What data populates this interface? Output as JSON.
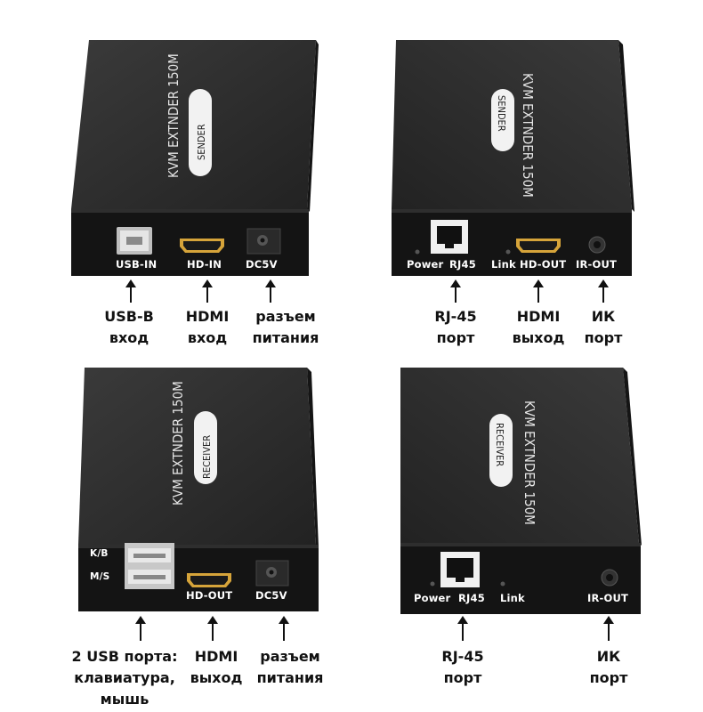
{
  "devices": [
    {
      "id": "sender-front",
      "model": "KVM EXTNDER 150M",
      "badge": "SENDER",
      "ports": {
        "usb_in": "USB-IN",
        "hd_in": "HD-IN",
        "dc5v": "DC5V"
      },
      "captions": [
        {
          "line1": "USB-B",
          "line2": "вход"
        },
        {
          "line1": "HDMI",
          "line2": "вход"
        },
        {
          "line1": "разъем",
          "line2": "питания"
        }
      ]
    },
    {
      "id": "sender-back",
      "model": "KVM EXTNDER 150M",
      "badge": "SENDER",
      "ports": {
        "power": "Power",
        "rj45": "RJ45",
        "link": "Link",
        "hd_out": "HD-OUT",
        "ir_out": "IR-OUT"
      },
      "captions": [
        {
          "line1": "RJ-45",
          "line2": "порт"
        },
        {
          "line1": "HDMI",
          "line2": "выход"
        },
        {
          "line1": "ИК",
          "line2": "порт"
        }
      ]
    },
    {
      "id": "receiver-front",
      "model": "KVM EXTNDER 150M",
      "badge": "RECEIVER",
      "ports": {
        "kb": "K/B",
        "ms": "M/S",
        "hd_out": "HD-OUT",
        "dc5v": "DC5V"
      },
      "captions": [
        {
          "line1": "2 USB порта:",
          "line2": "клавиатура,",
          "line3": "мышь"
        },
        {
          "line1": "HDMI",
          "line2": "выход"
        },
        {
          "line1": "разъем",
          "line2": "питания"
        }
      ]
    },
    {
      "id": "receiver-back",
      "model": "KVM EXTNDER 150M",
      "badge": "RECEIVER",
      "ports": {
        "power": "Power",
        "rj45": "RJ45",
        "link": "Link",
        "ir_out": "IR-OUT"
      },
      "captions": [
        {
          "line1": "RJ-45",
          "line2": "порт"
        },
        {
          "line1": "ИК",
          "line2": "порт"
        }
      ]
    }
  ],
  "colors": {
    "body_top": "#2b2b2b",
    "body_front": "#1b1b1b",
    "face": "#141414",
    "hdmi_gold": "#d6a43a",
    "text_dark": "#111111"
  }
}
